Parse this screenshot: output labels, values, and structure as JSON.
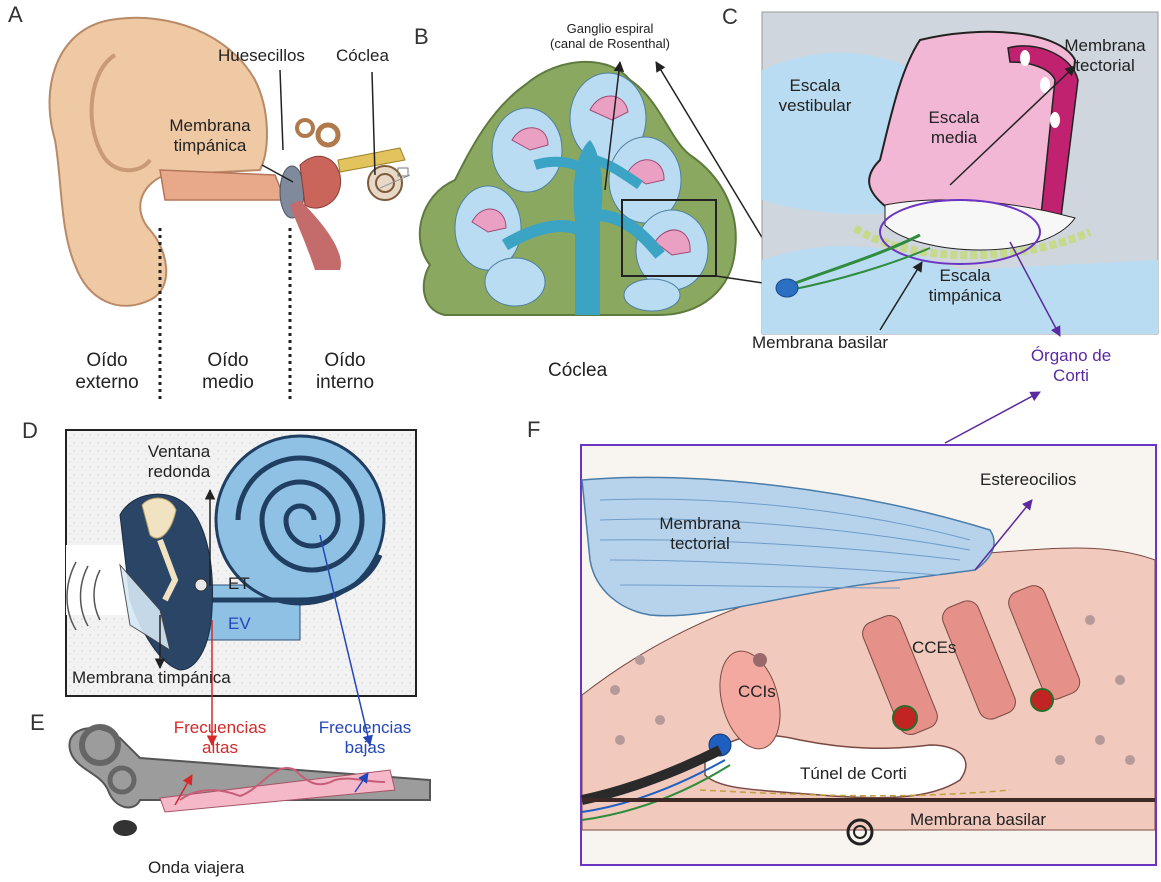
{
  "panels": {
    "a": "A",
    "b": "B",
    "c": "C",
    "d": "D",
    "e": "E",
    "f": "F"
  },
  "panel_a": {
    "huesecillos": "Huesecillos",
    "coclea": "Cóclea",
    "membrana_timpanica_1": "Membrana",
    "membrana_timpanica_2": "timpánica",
    "oido_externo_1": "Oído",
    "oido_externo_2": "externo",
    "oido_medio_1": "Oído",
    "oido_medio_2": "medio",
    "oido_interno_1": "Oído",
    "oido_interno_2": "interno"
  },
  "panel_b": {
    "ganglio_1": "Ganglio espiral",
    "ganglio_2": "(canal de Rosenthal)",
    "coclea": "Cóclea"
  },
  "panel_c": {
    "escala_vestibular_1": "Escala",
    "escala_vestibular_2": "vestibular",
    "escala_media_1": "Escala",
    "escala_media_2": "media",
    "membrana_tectorial_1": "Membrana",
    "membrana_tectorial_2": "tectorial",
    "escala_timpanica_1": "Escala",
    "escala_timpanica_2": "timpánica",
    "membrana_basilar": "Membrana basilar",
    "organo_corti_1": "Órgano de",
    "organo_corti_2": "Corti"
  },
  "panel_d": {
    "ventana_redonda_1": "Ventana",
    "ventana_redonda_2": "redonda",
    "et": "ET",
    "ev": "EV",
    "membrana_timpanica": "Membrana timpánica"
  },
  "panel_e": {
    "frecuencias_altas_1": "Frecuencias",
    "frecuencias_altas_2": "altas",
    "frecuencias_bajas_1": "Frecuencias",
    "frecuencias_bajas_2": "bajas",
    "onda_viajera": "Onda viajera"
  },
  "panel_f": {
    "estereocilios": "Estereocilios",
    "membrana_tectorial_1": "Membrana",
    "membrana_tectorial_2": "tectorial",
    "ccis": "CCIs",
    "cces": "CCEs",
    "tunel_corti": "Túnel de Corti",
    "membrana_basilar": "Membrana basilar"
  },
  "colors": {
    "purple_accent": "#5b2aa0",
    "red_accent": "#d42a2a",
    "blue_accent": "#2446b8",
    "cochlea_green": "#8aa860",
    "cochlea_pink": "#e9a0c2",
    "fluid_blue": "#b9dcf2"
  }
}
